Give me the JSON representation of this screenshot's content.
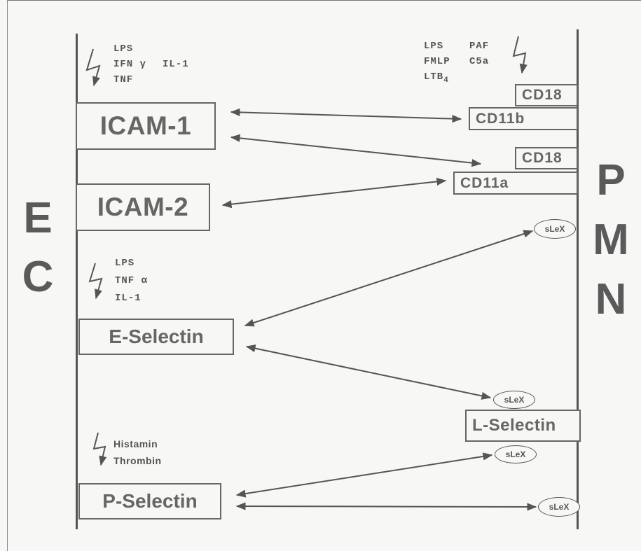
{
  "left_side": {
    "letters": [
      "E",
      "C"
    ]
  },
  "right_side": {
    "letters": [
      "P",
      "M",
      "N"
    ]
  },
  "stimuli": {
    "ec_top": [
      "LPS",
      "IFN γ",
      "IL-1",
      "TNF"
    ],
    "pmn_top": [
      "LPS",
      "PAF",
      "FMLP",
      "C5a",
      "LTB",
      "4"
    ],
    "ec_mid": [
      "LPS",
      "TNF α",
      "IL-1"
    ],
    "ec_bottom": [
      "Histamin",
      "Thrombin"
    ]
  },
  "ec_molecules": {
    "icam1": "ICAM-1",
    "icam2": "ICAM-2",
    "eselectin": "E-Selectin",
    "pselectin": "P-Selectin"
  },
  "pmn_molecules": {
    "cd18_a": "CD18",
    "cd11b": "CD11b",
    "cd18_b": "CD18",
    "cd11a": "CD11a",
    "lselectin": "L-Selectin"
  },
  "ligands": {
    "slex_1": "sLeX",
    "slex_2": "sLeX",
    "slex_3": "sLeX",
    "slex_4": "sLeX"
  }
}
